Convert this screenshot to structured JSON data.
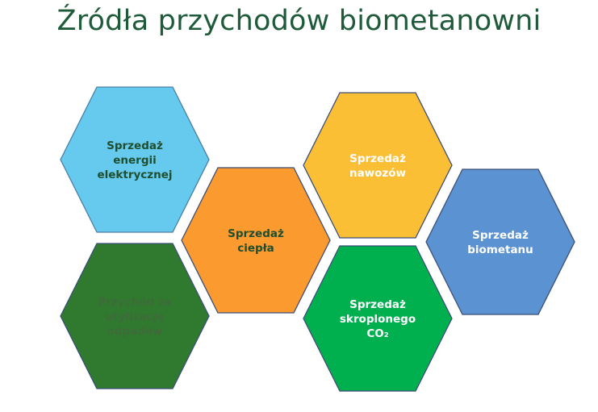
{
  "title": "Źródła przychodów biometanowni",
  "hexagons": [
    {
      "id": "energy",
      "lines": [
        "Sprzedaż",
        "energii",
        "elektrycznej"
      ],
      "fill": "#66c9ee",
      "stroke": "#4a7fa8",
      "text_color": "#1f4e2e"
    },
    {
      "id": "heat",
      "lines": [
        "Sprzedaż",
        "ciepła"
      ],
      "fill": "#fb9a2e",
      "stroke": "#3d4e78",
      "text_color": "#1f4e2e"
    },
    {
      "id": "fertilizer",
      "lines": [
        "Sprzedaż",
        "nawozów"
      ],
      "fill": "#fbbf36",
      "stroke": "#3d4e78",
      "text_color": "#ffffff"
    },
    {
      "id": "biomethane",
      "lines": [
        "Sprzedaż",
        "biometanu"
      ],
      "fill": "#5b92d1",
      "stroke": "#3d4e78",
      "text_color": "#ffffff"
    },
    {
      "id": "waste",
      "lines": [
        "Przychód za",
        "utylizację",
        "odpadów"
      ],
      "fill": "#2f7a2e",
      "stroke": "#3d4e78",
      "text_color": "#3e6b3a"
    },
    {
      "id": "co2",
      "lines": [
        "Sprzedaż",
        "skroplonego",
        "CO₂"
      ],
      "fill": "#00b04f",
      "stroke": "#3d4e78",
      "text_color": "#ffffff"
    }
  ]
}
